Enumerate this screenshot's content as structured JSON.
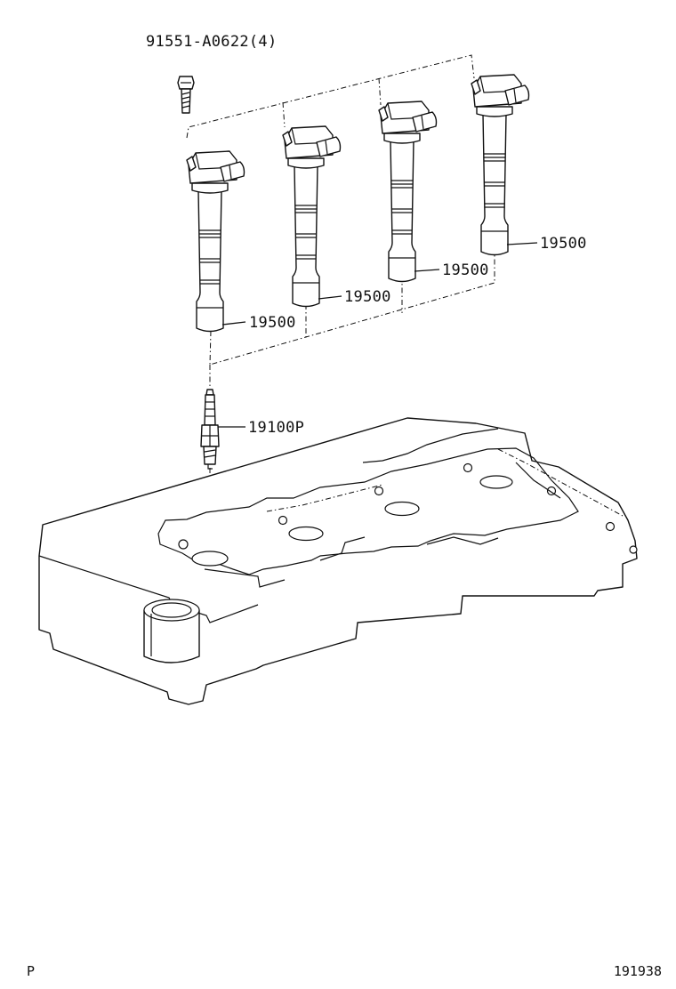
{
  "labels": {
    "bolt": "91551-A0622(4)",
    "coil_1": "19500",
    "coil_2": "19500",
    "coil_3": "19500",
    "coil_4": "19500",
    "spark_plug": "19100P"
  },
  "footer": {
    "left_code": "P",
    "right_code": "191938"
  }
}
